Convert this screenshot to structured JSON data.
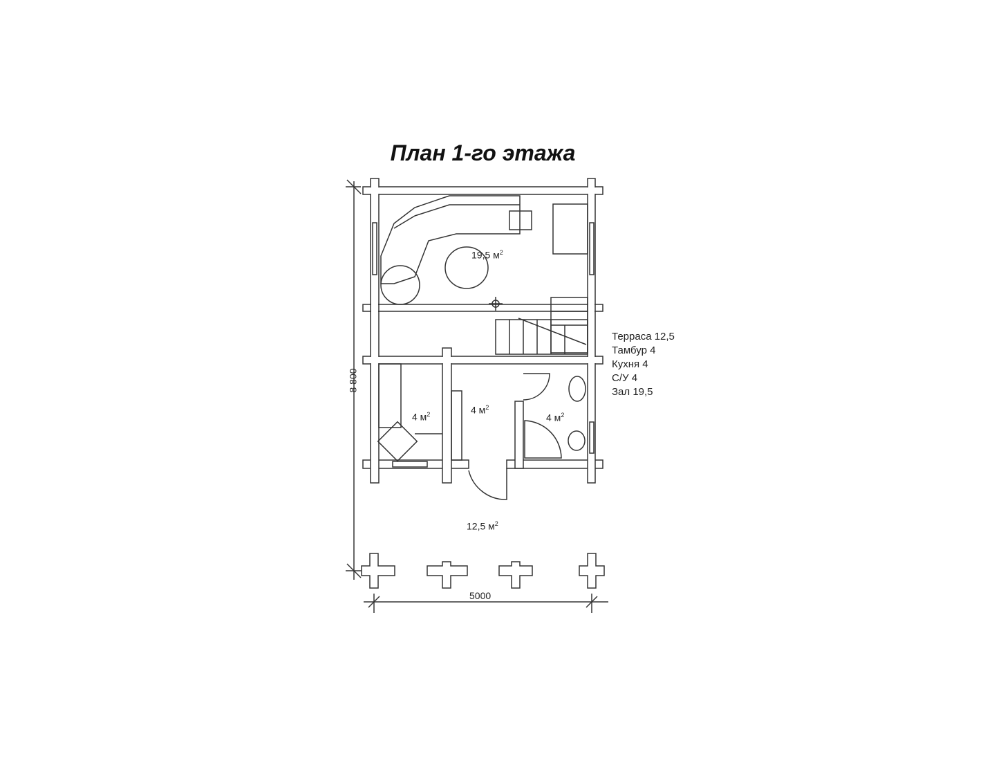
{
  "title": "План 1-го этажа",
  "rooms": [
    {
      "name": "hall",
      "area": "19,5 м",
      "sup": "2"
    },
    {
      "name": "kitchen",
      "area": "4 м",
      "sup": "2"
    },
    {
      "name": "vestibule",
      "area": "4 м",
      "sup": "2"
    },
    {
      "name": "bathroom",
      "area": "4 м",
      "sup": "2"
    },
    {
      "name": "terrace",
      "area": "12,5 м",
      "sup": "2"
    }
  ],
  "legend": [
    "Терраса 12,5",
    "Тамбур 4",
    "Кухня 4",
    "С/У 4",
    "Зал 19,5"
  ],
  "dimensions": {
    "height": "8 800",
    "width": "5000"
  }
}
